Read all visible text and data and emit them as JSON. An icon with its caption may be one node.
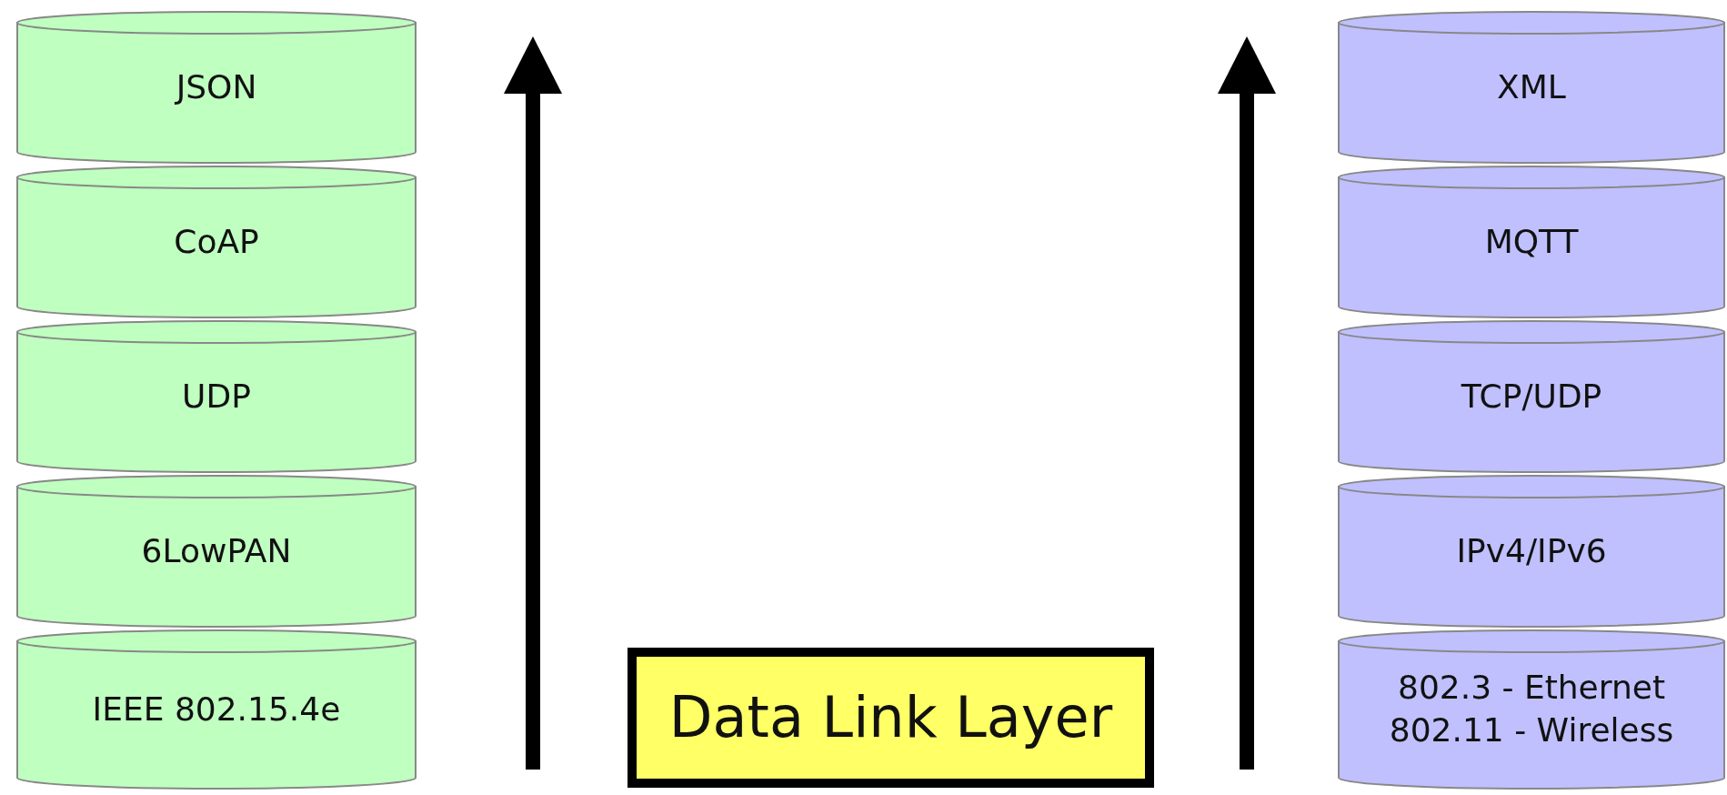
{
  "diagram": {
    "nodes": [
      {
        "text": [
          "JSON"
        ]
      },
      {
        "text": [
          "CoAP"
        ]
      },
      {
        "text": [
          "UDP"
        ]
      },
      {
        "text": [
          "6LowPAN"
        ]
      },
      {
        "text": [
          "IEEE 802.15.4e"
        ]
      },
      {
        "text": [
          "Data Link Layer"
        ]
      },
      {
        "text": [
          "XML"
        ]
      },
      {
        "text": [
          "MQTT"
        ]
      },
      {
        "text": [
          "TCP/UDP"
        ]
      },
      {
        "text": [
          "IPv4/IPv6"
        ]
      },
      {
        "text": [
          "802.3 - Ethernet 802.11 - Wireless"
        ]
      }
    ],
    "edges": []
  }
}
